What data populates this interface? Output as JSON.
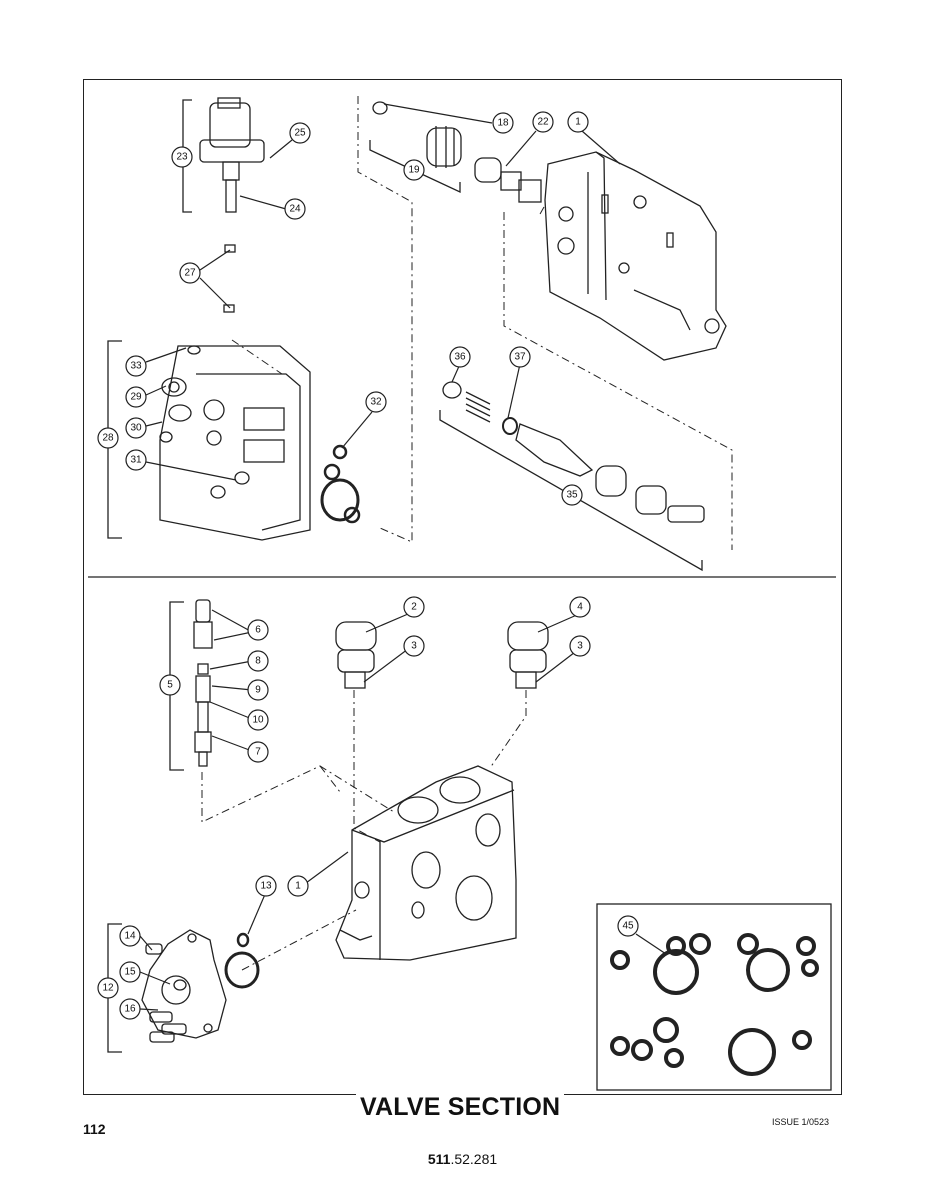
{
  "section_title": "VALVE SECTION",
  "page_number": "112",
  "issue": "ISSUE 1/0523",
  "document_number_bold": "511",
  "document_number_rest": ".52.281",
  "callouts": [
    "1",
    "2",
    "3",
    "4",
    "5",
    "6",
    "7",
    "8",
    "9",
    "10",
    "12",
    "13",
    "14",
    "15",
    "16",
    "18",
    "19",
    "22",
    "23",
    "24",
    "25",
    "27",
    "28",
    "29",
    "30",
    "31",
    "32",
    "33",
    "35",
    "36",
    "37",
    "45"
  ]
}
